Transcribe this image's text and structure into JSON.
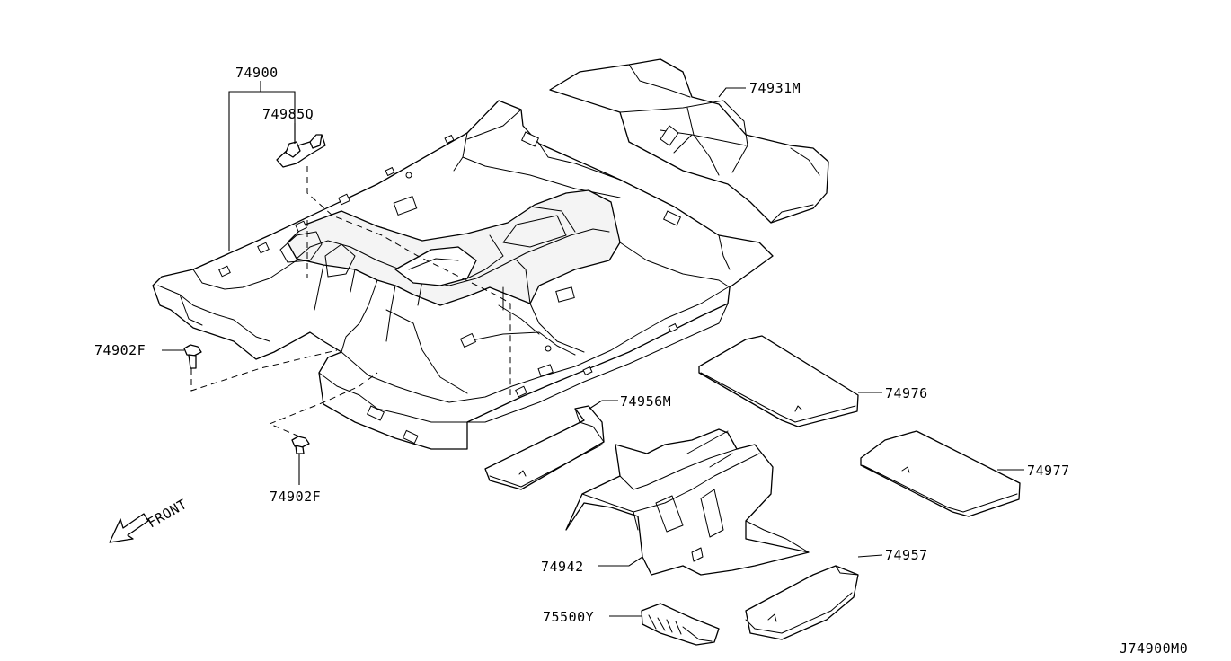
{
  "callouts": {
    "p74900": "74900",
    "p74985q": "74985Q",
    "p74931m": "74931M",
    "p74902f_left": "74902F",
    "p74902f_bottom": "74902F",
    "p74976": "74976",
    "p74956m": "74956M",
    "p74977": "74977",
    "p74942": "74942",
    "p74957": "74957",
    "p75500y": "75500Y",
    "front": "FRONT"
  },
  "diagram_id": "J74900M0"
}
